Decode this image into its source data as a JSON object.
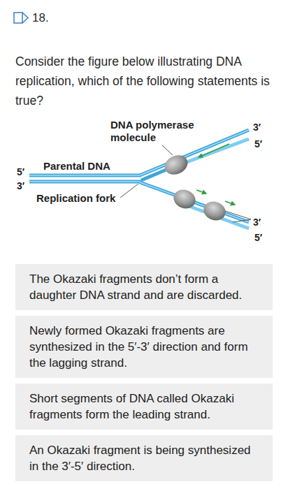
{
  "diagram": {
    "nodes": [
      {
        "text": [
          "The Okazaki fragments don’t form a daughter DNA strand and are discarded."
        ]
      },
      {
        "text": [
          "Newly formed Okazaki fragments are synthesized in the 5′-3′ direction and form the lagging strand."
        ]
      },
      {
        "text": [
          "Short segments of DNA called Okazaki fragments form the leading strand."
        ]
      },
      {
        "text": [
          "An Okazaki fragment is being synthesized in the 3′-5′ direction."
        ]
      }
    ],
    "labels": [
      "18.",
      "Consider the figure below illustrating DNA replication, which of the following statements is true?",
      "DNA polymerase molecule",
      "3′",
      "5′",
      "Parental DNA",
      "5′",
      "3′",
      "Replication fork",
      "3′",
      "5′"
    ]
  }
}
